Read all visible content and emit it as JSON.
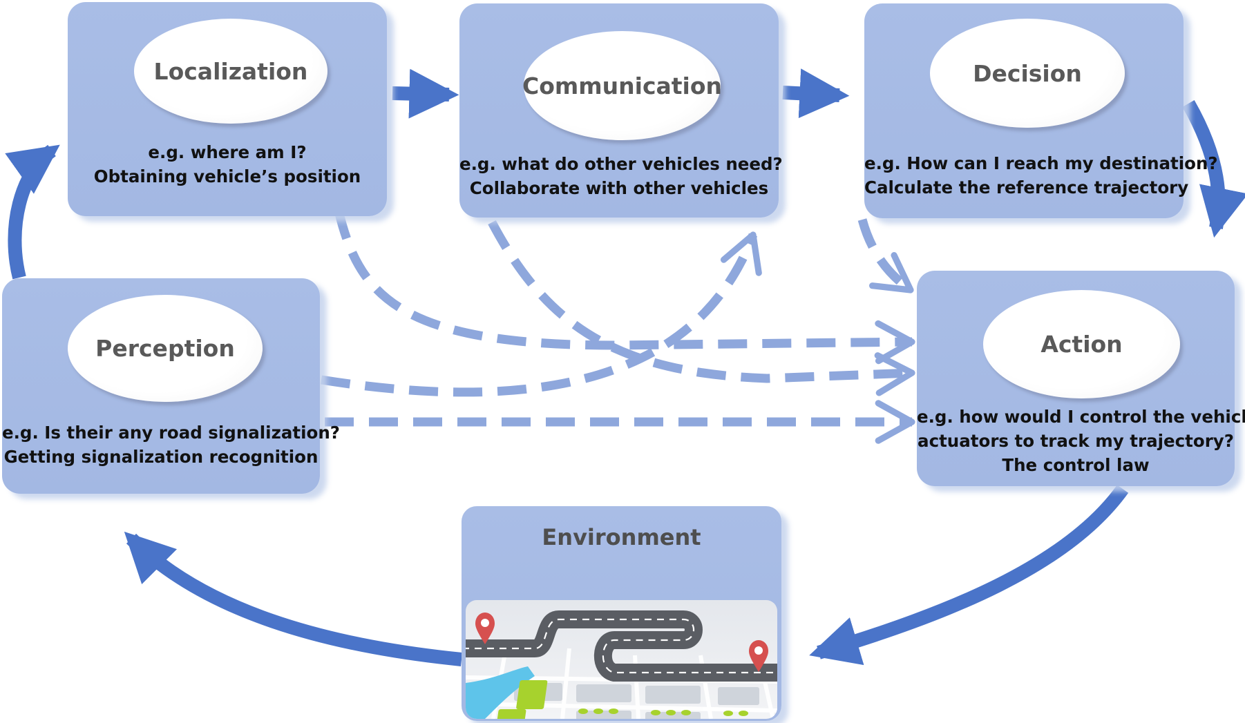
{
  "nodes": {
    "localization": {
      "title": "Localization",
      "lines": [
        "e.g. where am I?",
        "Obtaining vehicle’s position"
      ]
    },
    "communication": {
      "title": "Communication",
      "lines": [
        "e.g. what do other vehicles need?",
        "Collaborate with other vehicles"
      ]
    },
    "decision": {
      "title": "Decision",
      "lines": [
        "e.g. How can I reach my destination?",
        "Calculate the reference trajectory"
      ]
    },
    "perception": {
      "title": "Perception",
      "lines": [
        "e.g. Is their any road signalization?",
        "Getting signalization recognition"
      ]
    },
    "action": {
      "title": "Action",
      "lines": [
        "e.g. how would I control the vehicle’s",
        "actuators to track my trajectory?",
        "The control law"
      ]
    },
    "environment": {
      "title": "Environment",
      "icon": "road-map-icon"
    }
  },
  "colors": {
    "box_fill": "#a9bde6",
    "solid_arrow": "#4a74c9",
    "dashed_arrow": "#8ea7dc",
    "title_text": "#595959",
    "body_text": "#111111"
  },
  "icons": [
    "road-map-icon",
    "location-pin-icon"
  ]
}
